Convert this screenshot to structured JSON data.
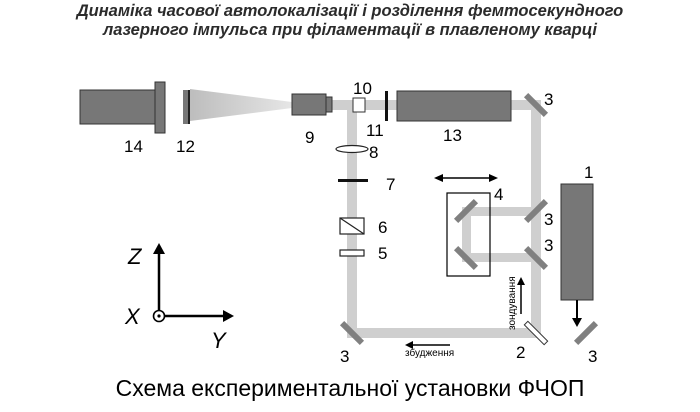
{
  "title": {
    "line1": "Динаміка часової автолокалізації і розділення фемтосекундного",
    "line2": "лазерного імпульса при філаментації в плавленому кварці"
  },
  "caption": "Схема експериментальної установки ФЧОП",
  "labels": {
    "n14": "14",
    "n12": "12",
    "n9": "9",
    "n10": "10",
    "n11": "11",
    "n13": "13",
    "n8": "8",
    "n7": "7",
    "n6": "6",
    "n5": "5",
    "n4": "4",
    "n1": "1",
    "n2": "2",
    "n3a": "3",
    "n3b": "3",
    "n3c": "3",
    "n3d": "3",
    "n3e": "3"
  },
  "annotations": {
    "probe": "зондування",
    "excitation": "збудження"
  },
  "axes": {
    "z": "Z",
    "x": "X",
    "y": "Y"
  },
  "colors": {
    "beam": "#cfcfcf",
    "component": "#777777",
    "mirror": "#808080",
    "line": "#000000"
  }
}
